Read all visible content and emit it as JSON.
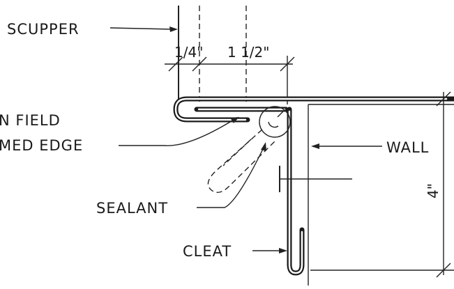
{
  "labels": {
    "scupper": "SCUPPER",
    "field_line1": "N FIELD",
    "field_line2": "MED EDGE",
    "wall": "WALL",
    "sealant": "SEALANT",
    "cleat": "CLEAT"
  },
  "dimensions": {
    "quarter": "1/4\"",
    "one_half": "1 1/2\"",
    "four": "4\""
  }
}
